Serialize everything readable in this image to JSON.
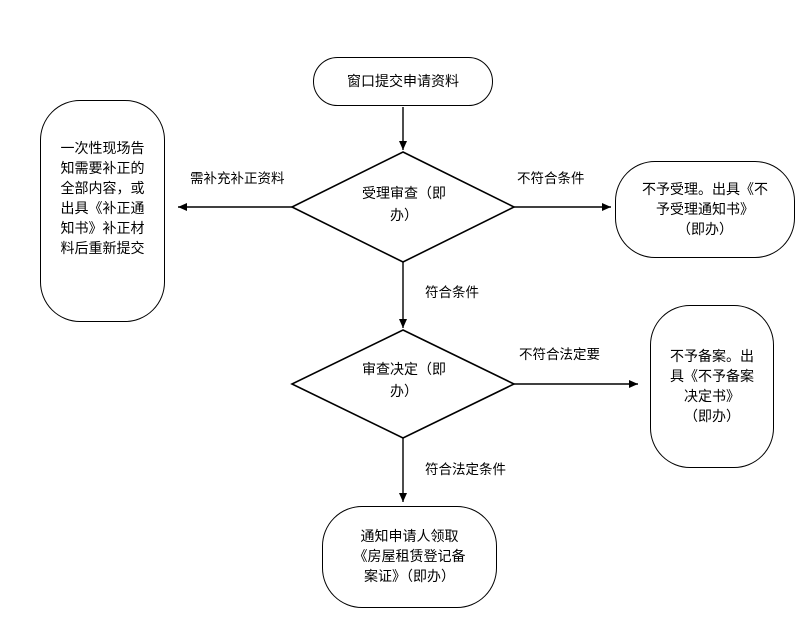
{
  "flowchart": {
    "start": {
      "text": "窗口提交申请资料"
    },
    "decision_accept": {
      "line1": "受理审查（即",
      "line2": "办）"
    },
    "decision_review": {
      "line1": "审查决定（即",
      "line2": "办）"
    },
    "supplement": {
      "lines": [
        "一次性现场告",
        "知需要补正的",
        "全部内容，或",
        "出具《补正通",
        "知书》补正材",
        "料后重新提交"
      ]
    },
    "reject_acceptance": {
      "lines": [
        "不予受理。出具《不",
        "予受理通知书》",
        "（即办）"
      ]
    },
    "reject_filing": {
      "lines": [
        "不予备案。出",
        "具《不予备案",
        "决定书》",
        "（即办）"
      ]
    },
    "notify": {
      "lines": [
        "通知申请人领取",
        "《房屋租赁登记备",
        "案证》（即办）"
      ]
    },
    "edge_labels": {
      "need_supplement": "需补充补正资料",
      "not_meet": "不符合条件",
      "meet": "符合条件",
      "not_legal": "不符合法定要",
      "legal": "符合法定条件"
    }
  },
  "colors": {
    "stroke": "#000000",
    "fill": "#ffffff",
    "text": "#000000"
  }
}
